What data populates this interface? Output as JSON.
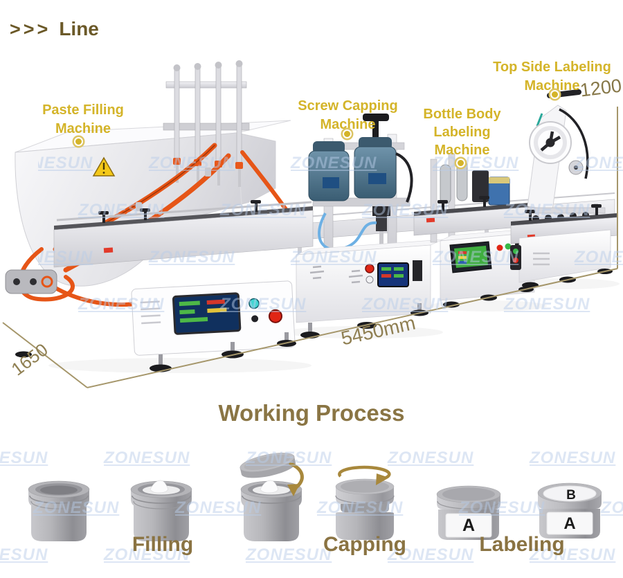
{
  "header": {
    "prefix": ">>>",
    "title": "Line"
  },
  "annotations": {
    "paste_filling": {
      "line1": "Paste Filling",
      "line2": "Machine"
    },
    "screw_capping": {
      "line1": "Screw Capping",
      "line2": "Machine"
    },
    "bottle_body": {
      "line1": "Bottle Body",
      "line2": "Labeling",
      "line3": "Machine"
    },
    "top_side": {
      "line1": "Top Side Labeling",
      "line2": "Machine"
    }
  },
  "dimensions": {
    "height": "1200",
    "length": "5450mm",
    "depth": "1650"
  },
  "working_process": {
    "title": "Working Process",
    "steps": {
      "filling": "Filling",
      "capping": "Capping",
      "labeling": "Labeling"
    },
    "jar_top_label": "B",
    "jar_body_label": "A"
  },
  "watermark": {
    "text": "ZONESUN"
  },
  "colors": {
    "label_gold": "#d4b429",
    "heading_olive": "#6b5928",
    "process_brown": "#8a7342",
    "dimension_tan": "#8f7f52",
    "dimension_line": "#a5966a",
    "watermark_blue": "#b9cde9",
    "hose_orange": "#e65517",
    "motor_blue": "#4f7389"
  }
}
